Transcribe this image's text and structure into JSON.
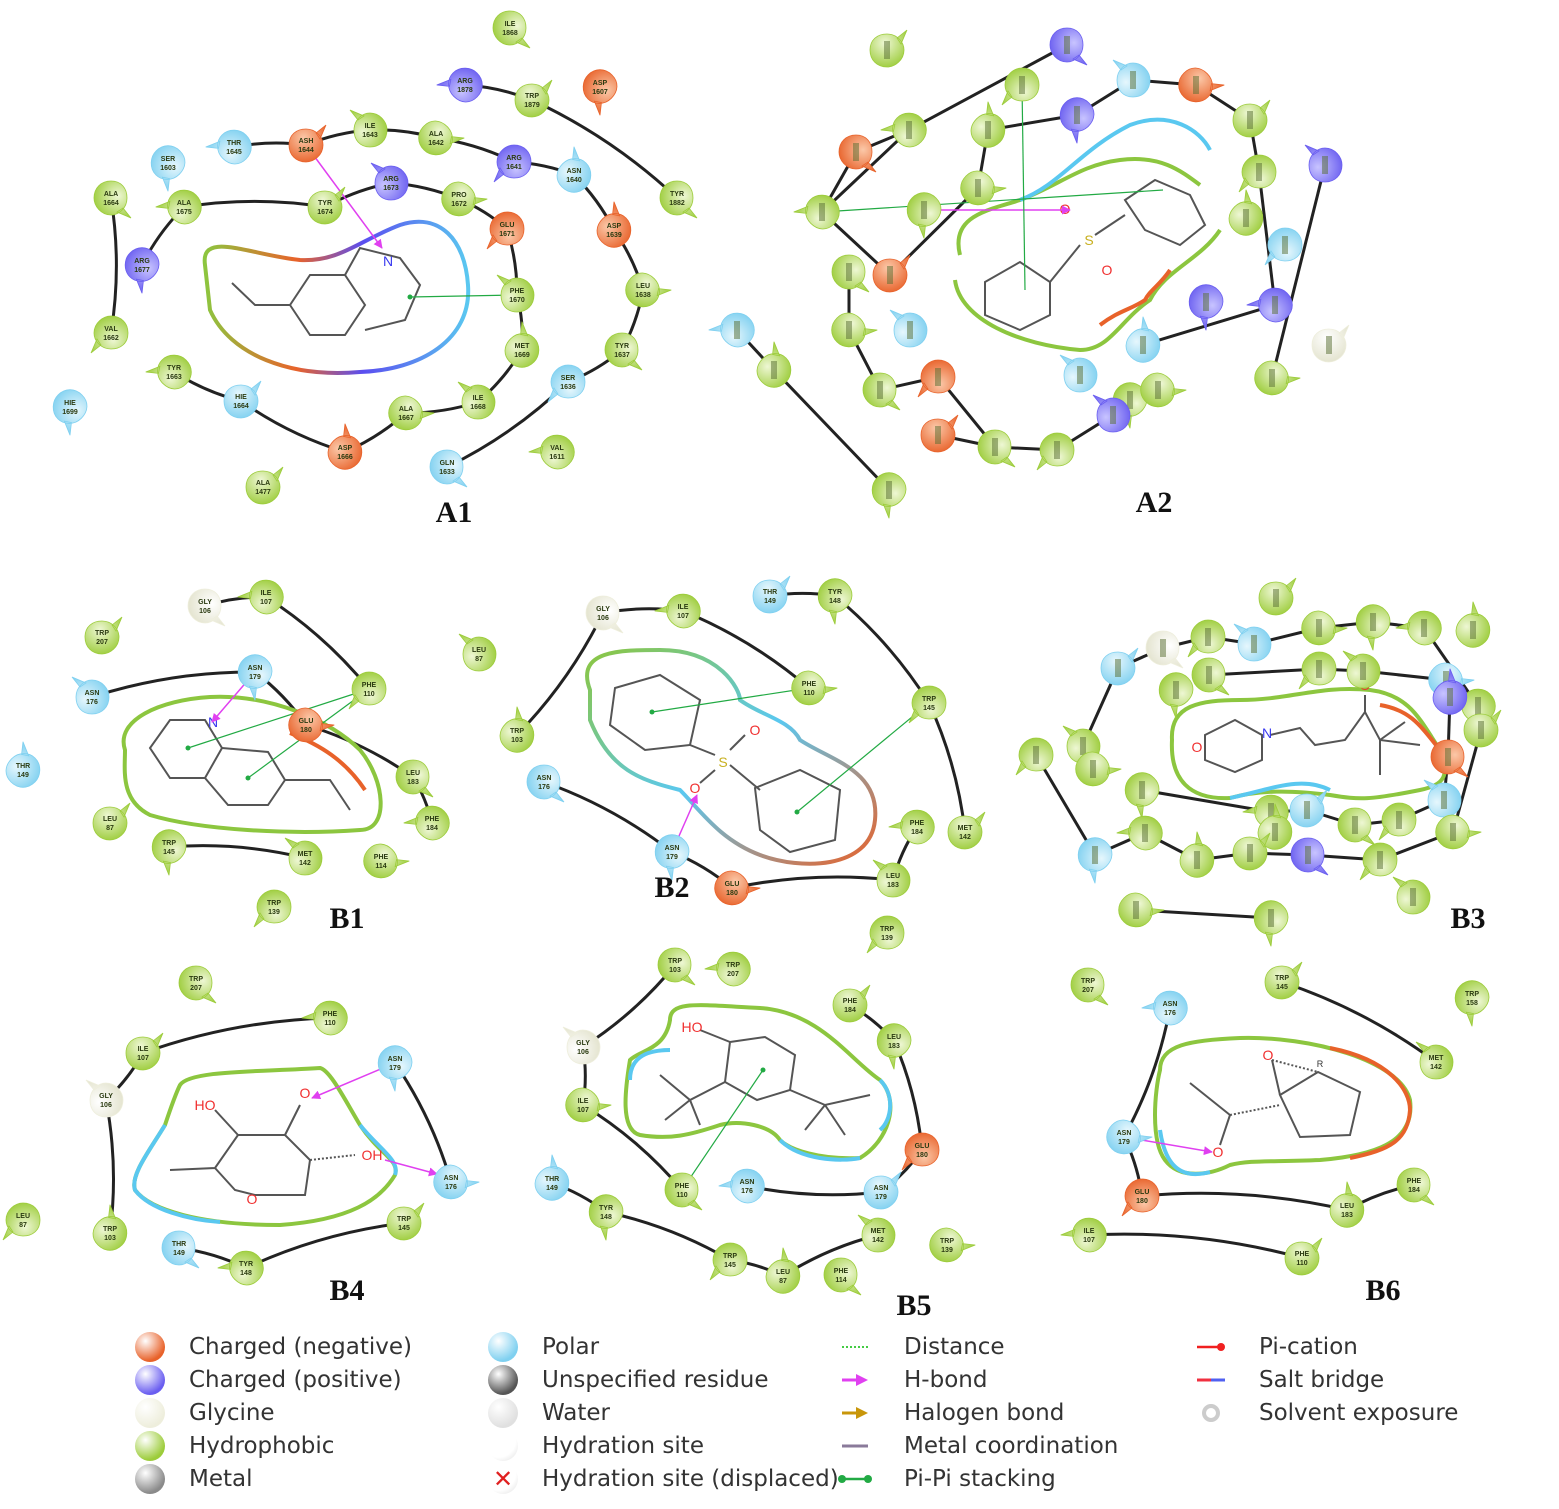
{
  "colors": {
    "negative": "#e8622a",
    "positive": "#6a5ef0",
    "glycine": "#eeeedc",
    "hydrophobic": "#9ccc3a",
    "polar": "#7fd0f0",
    "metal": "#8a8a8a",
    "unspecified": "#555555",
    "water": "#e0e0e0",
    "hbond": "#e040f0",
    "pipi": "#22aa44",
    "halogen": "#c8960a",
    "metalcoord": "#8a7a9a",
    "picat": "#f02020",
    "saltbridge": "#d04060",
    "backbone": "#222222"
  },
  "panels": [
    {
      "id": "A1",
      "label": "A1",
      "residues": [
        {
          "name": "ILE",
          "num": "1868",
          "type": "hydrophobic"
        },
        {
          "name": "ARG",
          "num": "1878",
          "type": "positive"
        },
        {
          "name": "TRP",
          "num": "1879",
          "type": "hydrophobic"
        },
        {
          "name": "ASP",
          "num": "1607",
          "type": "negative"
        },
        {
          "name": "ILE",
          "num": "1643",
          "type": "hydrophobic"
        },
        {
          "name": "ALA",
          "num": "1642",
          "type": "hydrophobic"
        },
        {
          "name": "ARG",
          "num": "1641",
          "type": "positive"
        },
        {
          "name": "ASN",
          "num": "1640",
          "type": "polar"
        },
        {
          "name": "TYR",
          "num": "1882",
          "type": "hydrophobic"
        },
        {
          "name": "THR",
          "num": "1645",
          "type": "polar"
        },
        {
          "name": "ASH",
          "num": "1644",
          "type": "negative"
        },
        {
          "name": "SER",
          "num": "1603",
          "type": "polar"
        },
        {
          "name": "ARG",
          "num": "1673",
          "type": "positive"
        },
        {
          "name": "PRO",
          "num": "1672",
          "type": "hydrophobic"
        },
        {
          "name": "GLU",
          "num": "1671",
          "type": "negative"
        },
        {
          "name": "ASP",
          "num": "1639",
          "type": "negative"
        },
        {
          "name": "ALA",
          "num": "1664",
          "type": "hydrophobic"
        },
        {
          "name": "ALA",
          "num": "1675",
          "type": "hydrophobic"
        },
        {
          "name": "TYR",
          "num": "1674",
          "type": "hydrophobic"
        },
        {
          "name": "ARG",
          "num": "1677",
          "type": "positive"
        },
        {
          "name": "PHE",
          "num": "1670",
          "type": "hydrophobic"
        },
        {
          "name": "LEU",
          "num": "1638",
          "type": "hydrophobic"
        },
        {
          "name": "VAL",
          "num": "1662",
          "type": "hydrophobic"
        },
        {
          "name": "MET",
          "num": "1669",
          "type": "hydrophobic"
        },
        {
          "name": "TYR",
          "num": "1637",
          "type": "hydrophobic"
        },
        {
          "name": "TYR",
          "num": "1663",
          "type": "hydrophobic"
        },
        {
          "name": "HIE",
          "num": "1664",
          "type": "polar"
        },
        {
          "name": "HIE",
          "num": "1699",
          "type": "polar"
        },
        {
          "name": "ILE",
          "num": "1668",
          "type": "hydrophobic"
        },
        {
          "name": "ALA",
          "num": "1667",
          "type": "hydrophobic"
        },
        {
          "name": "SER",
          "num": "1636",
          "type": "polar"
        },
        {
          "name": "ASP",
          "num": "1666",
          "type": "negative"
        },
        {
          "name": "GLN",
          "num": "1633",
          "type": "polar"
        },
        {
          "name": "VAL",
          "num": "1611",
          "type": "hydrophobic"
        },
        {
          "name": "ALA",
          "num": "1477",
          "type": "hydrophobic"
        }
      ],
      "ligand_atoms": [
        "N"
      ],
      "interactions": [
        {
          "type": "H-bond",
          "from": "ASH 1644",
          "to": "N"
        },
        {
          "type": "Pi-Pi stacking",
          "from": "PHE 1670",
          "to": "ring"
        }
      ]
    },
    {
      "id": "A2",
      "label": "A2",
      "residues_note": "residue labels rotated and not legible",
      "ligand_atoms": [
        "O",
        "S",
        "O"
      ],
      "interactions": [
        {
          "type": "H-bond",
          "to": "O"
        },
        {
          "type": "Pi-Pi stacking",
          "to": "ring"
        },
        {
          "type": "Pi-Pi stacking",
          "to": "ring"
        }
      ]
    },
    {
      "id": "B1",
      "label": "B1",
      "residues": [
        {
          "name": "GLY",
          "num": "106",
          "type": "glycine"
        },
        {
          "name": "ILE",
          "num": "107",
          "type": "hydrophobic"
        },
        {
          "name": "TRP",
          "num": "207",
          "type": "hydrophobic"
        },
        {
          "name": "ASN",
          "num": "179",
          "type": "polar"
        },
        {
          "name": "ASN",
          "num": "176",
          "type": "polar"
        },
        {
          "name": "GLU",
          "num": "180",
          "type": "negative"
        },
        {
          "name": "PHE",
          "num": "110",
          "type": "hydrophobic"
        },
        {
          "name": "THR",
          "num": "149",
          "type": "polar"
        },
        {
          "name": "LEU",
          "num": "183",
          "type": "hydrophobic"
        },
        {
          "name": "PHE",
          "num": "184",
          "type": "hydrophobic"
        },
        {
          "name": "LEU",
          "num": "87",
          "type": "hydrophobic"
        },
        {
          "name": "TRP",
          "num": "145",
          "type": "hydrophobic"
        },
        {
          "name": "MET",
          "num": "142",
          "type": "hydrophobic"
        },
        {
          "name": "PHE",
          "num": "114",
          "type": "hydrophobic"
        },
        {
          "name": "TRP",
          "num": "139",
          "type": "hydrophobic"
        }
      ],
      "ligand_atoms": [
        "N"
      ],
      "interactions": [
        {
          "type": "H-bond",
          "from": "ASN 179",
          "to": "N"
        },
        {
          "type": "Pi-Pi stacking",
          "from": "PHE 110",
          "to": "ring"
        },
        {
          "type": "Pi-Pi stacking",
          "from": "PHE 110",
          "to": "ring"
        }
      ]
    },
    {
      "id": "B2",
      "label": "B2",
      "residues": [
        {
          "name": "GLY",
          "num": "106",
          "type": "glycine"
        },
        {
          "name": "ILE",
          "num": "107",
          "type": "hydrophobic"
        },
        {
          "name": "THR",
          "num": "149",
          "type": "polar"
        },
        {
          "name": "TYR",
          "num": "148",
          "type": "hydrophobic"
        },
        {
          "name": "LEU",
          "num": "87",
          "type": "hydrophobic"
        },
        {
          "name": "PHE",
          "num": "110",
          "type": "hydrophobic"
        },
        {
          "name": "TRP",
          "num": "145",
          "type": "hydrophobic"
        },
        {
          "name": "TRP",
          "num": "103",
          "type": "hydrophobic"
        },
        {
          "name": "ASN",
          "num": "176",
          "type": "polar"
        },
        {
          "name": "PHE",
          "num": "184",
          "type": "hydrophobic"
        },
        {
          "name": "MET",
          "num": "142",
          "type": "hydrophobic"
        },
        {
          "name": "ASN",
          "num": "179",
          "type": "polar"
        },
        {
          "name": "LEU",
          "num": "183",
          "type": "hydrophobic"
        },
        {
          "name": "GLU",
          "num": "180",
          "type": "negative"
        },
        {
          "name": "TRP",
          "num": "139",
          "type": "hydrophobic"
        }
      ],
      "ligand_atoms": [
        "O",
        "S",
        "O"
      ],
      "interactions": [
        {
          "type": "H-bond",
          "from": "ASN 179",
          "to": "O"
        },
        {
          "type": "Pi-Pi stacking",
          "from": "PHE 110",
          "to": "ring"
        },
        {
          "type": "Pi-Pi stacking",
          "from": "TRP 145",
          "to": "ring"
        }
      ]
    },
    {
      "id": "B3",
      "label": "B3",
      "residues_note": "residue labels too small to read",
      "ligand_atoms": [
        "N",
        "O",
        "O"
      ],
      "interactions": []
    },
    {
      "id": "B4",
      "label": "B4",
      "residues": [
        {
          "name": "TRP",
          "num": "207",
          "type": "hydrophobic"
        },
        {
          "name": "PHE",
          "num": "110",
          "type": "hydrophobic"
        },
        {
          "name": "ILE",
          "num": "107",
          "type": "hydrophobic"
        },
        {
          "name": "ASN",
          "num": "179",
          "type": "polar"
        },
        {
          "name": "GLY",
          "num": "106",
          "type": "glycine"
        },
        {
          "name": "ASN",
          "num": "176",
          "type": "polar"
        },
        {
          "name": "LEU",
          "num": "87",
          "type": "hydrophobic"
        },
        {
          "name": "TRP",
          "num": "103",
          "type": "hydrophobic"
        },
        {
          "name": "THR",
          "num": "149",
          "type": "polar"
        },
        {
          "name": "TYR",
          "num": "148",
          "type": "hydrophobic"
        },
        {
          "name": "TRP",
          "num": "145",
          "type": "hydrophobic"
        }
      ],
      "ligand_atoms": [
        "HO",
        "O",
        "OH",
        "O"
      ],
      "interactions": [
        {
          "type": "H-bond",
          "from": "ASN 179",
          "to": "O"
        },
        {
          "type": "H-bond",
          "from": "OH",
          "to": "ASN 176"
        }
      ]
    },
    {
      "id": "B5",
      "label": "B5",
      "residues": [
        {
          "name": "TRP",
          "num": "103",
          "type": "hydrophobic"
        },
        {
          "name": "TRP",
          "num": "207",
          "type": "hydrophobic"
        },
        {
          "name": "PHE",
          "num": "184",
          "type": "hydrophobic"
        },
        {
          "name": "LEU",
          "num": "183",
          "type": "hydrophobic"
        },
        {
          "name": "GLY",
          "num": "106",
          "type": "glycine"
        },
        {
          "name": "ILE",
          "num": "107",
          "type": "hydrophobic"
        },
        {
          "name": "GLU",
          "num": "180",
          "type": "negative"
        },
        {
          "name": "THR",
          "num": "149",
          "type": "polar"
        },
        {
          "name": "PHE",
          "num": "110",
          "type": "hydrophobic"
        },
        {
          "name": "ASN",
          "num": "176",
          "type": "polar"
        },
        {
          "name": "ASN",
          "num": "179",
          "type": "polar"
        },
        {
          "name": "TYR",
          "num": "148",
          "type": "hydrophobic"
        },
        {
          "name": "MET",
          "num": "142",
          "type": "hydrophobic"
        },
        {
          "name": "TRP",
          "num": "139",
          "type": "hydrophobic"
        },
        {
          "name": "TRP",
          "num": "145",
          "type": "hydrophobic"
        },
        {
          "name": "LEU",
          "num": "87",
          "type": "hydrophobic"
        },
        {
          "name": "PHE",
          "num": "114",
          "type": "hydrophobic"
        }
      ],
      "ligand_atoms": [
        "HO"
      ],
      "interactions": [
        {
          "type": "Pi-Pi stacking",
          "from": "PHE 110",
          "to": "ring"
        }
      ]
    },
    {
      "id": "B6",
      "label": "B6",
      "residues": [
        {
          "name": "TRP",
          "num": "207",
          "type": "hydrophobic"
        },
        {
          "name": "ASN",
          "num": "176",
          "type": "polar"
        },
        {
          "name": "TRP",
          "num": "145",
          "type": "hydrophobic"
        },
        {
          "name": "TRP",
          "num": "158",
          "type": "hydrophobic"
        },
        {
          "name": "MET",
          "num": "142",
          "type": "hydrophobic"
        },
        {
          "name": "ASN",
          "num": "179",
          "type": "polar"
        },
        {
          "name": "GLU",
          "num": "180",
          "type": "negative"
        },
        {
          "name": "LEU",
          "num": "183",
          "type": "hydrophobic"
        },
        {
          "name": "PHE",
          "num": "184",
          "type": "hydrophobic"
        },
        {
          "name": "ILE",
          "num": "107",
          "type": "hydrophobic"
        },
        {
          "name": "PHE",
          "num": "110",
          "type": "hydrophobic"
        }
      ],
      "ligand_atoms": [
        "O",
        "R",
        "O"
      ],
      "interactions": [
        {
          "type": "H-bond",
          "from": "ASN 179",
          "to": "O"
        }
      ]
    }
  ],
  "legend": {
    "residue_types": [
      {
        "label": "Charged (negative)",
        "color": "#e8622a"
      },
      {
        "label": "Charged (positive)",
        "color": "#6a5ef0"
      },
      {
        "label": "Glycine",
        "color": "#eeeedc"
      },
      {
        "label": "Hydrophobic",
        "color": "#9ccc3a"
      },
      {
        "label": "Metal",
        "color": "#8a8a8a"
      }
    ],
    "other_types": [
      {
        "label": "Polar",
        "color": "#7fd0f0"
      },
      {
        "label": "Unspecified residue",
        "color": "#555555"
      },
      {
        "label": "Water",
        "color": "#e0e0e0"
      },
      {
        "label": "Hydration site",
        "color": "#ffffff"
      },
      {
        "label": "Hydration site (displaced)",
        "color": "#ffffff",
        "mark": "✕"
      }
    ],
    "interactions": [
      {
        "label": "Distance",
        "color": "#44cc44",
        "style": "dotted"
      },
      {
        "label": "H-bond",
        "color": "#e040f0",
        "style": "arrow"
      },
      {
        "label": "Halogen bond",
        "color": "#c8960a",
        "style": "arrow"
      },
      {
        "label": "Metal coordination",
        "color": "#8a7a9a",
        "style": "line"
      },
      {
        "label": "Pi-Pi stacking",
        "color": "#22aa44",
        "style": "dots"
      }
    ],
    "interactions2": [
      {
        "label": "Pi-cation",
        "color": "#f02020",
        "style": "dot-end"
      },
      {
        "label": "Salt bridge",
        "color": "#d04060",
        "style": "gradient"
      },
      {
        "label": "Solvent exposure",
        "color": "#cccccc",
        "style": "halo"
      }
    ]
  }
}
